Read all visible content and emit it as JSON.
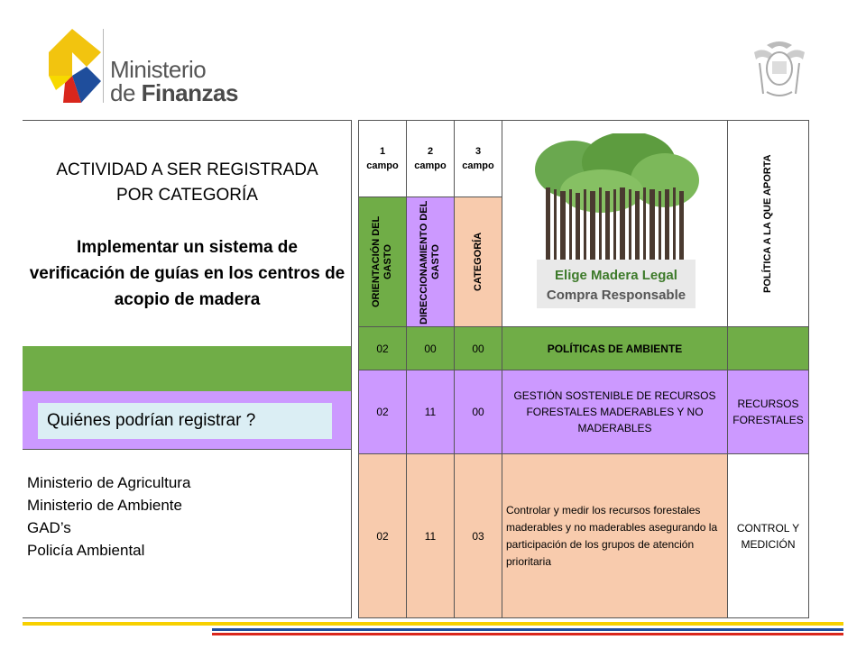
{
  "logo": {
    "line1": "Ministerio",
    "line2_prefix": "de ",
    "line2_bold": "Finanzas"
  },
  "left": {
    "title_line1": "ACTIVIDAD A SER REGISTRADA",
    "title_line2": "POR CATEGORÍA",
    "description": "Implementar un sistema de verificación de guías en los centros de acopio de madera",
    "who_label": "Quiénes podrían registrar ?",
    "registrants": [
      "Ministerio de Agricultura",
      "Ministerio de Ambiente",
      "GAD’s",
      "Policía Ambiental"
    ]
  },
  "table": {
    "field_labels": [
      {
        "num": "1",
        "word": "campo"
      },
      {
        "num": "2",
        "word": "campo"
      },
      {
        "num": "3",
        "word": "campo"
      }
    ],
    "vertical_headers": [
      "ORIENTACIÓN DEL GASTO",
      "DIRECCIONAMIENTO DEL GASTO",
      "CATEGORÍA"
    ],
    "politica_header": "POLÍTICA A LA QUE APORTA",
    "badge_line1": "Elige Madera Legal",
    "badge_line2": "Compra Responsable",
    "rows": [
      {
        "c1": "02",
        "c2": "00",
        "c3": "00",
        "desc": "POLÍTICAS DE AMBIENTE",
        "politica": ""
      },
      {
        "c1": "02",
        "c2": "11",
        "c3": "00",
        "desc": "GESTIÓN SOSTENIBLE DE RECURSOS FORESTALES MADERABLES Y NO MADERABLES",
        "politica": "RECURSOS FORESTALES"
      },
      {
        "c1": "02",
        "c2": "11",
        "c3": "03",
        "desc": "Controlar y medir los recursos forestales maderables y no maderables asegurando la participación de los grupos de atención prioritaria",
        "politica": "CONTROL Y MEDICIÓN"
      }
    ]
  },
  "colors": {
    "green": "#70ad47",
    "purple": "#cc99ff",
    "peach": "#f8cbad",
    "light_blue": "#dbeef4"
  }
}
